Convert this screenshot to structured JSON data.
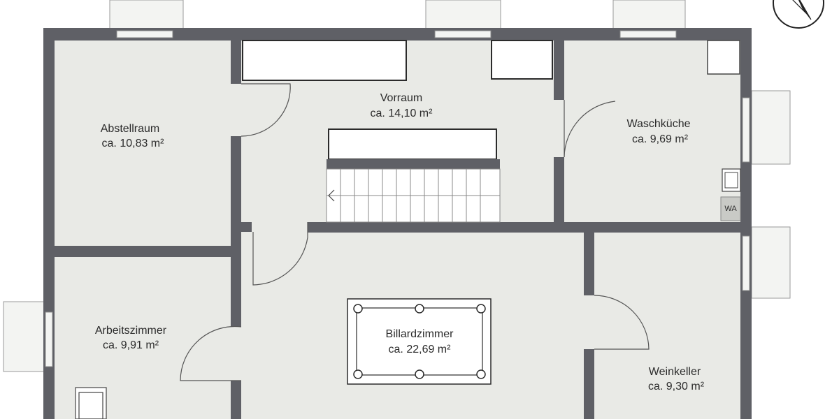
{
  "colors": {
    "wall": "#5f6066",
    "floor": "#e9eae6",
    "window": "#f3f4f2",
    "line": "#555555"
  },
  "rooms": [
    {
      "id": "abstellraum",
      "name": "Abstellraum",
      "area": "ca. 10,83 m²"
    },
    {
      "id": "vorraum",
      "name": "Vorraum",
      "area": "ca. 14,10 m²"
    },
    {
      "id": "waschkueche",
      "name": "Waschküche",
      "area": "ca. 9,69 m²"
    },
    {
      "id": "arbeitszimmer",
      "name": "Arbeitszimmer",
      "area": "ca. 9,91 m²"
    },
    {
      "id": "billardzimmer",
      "name": "Billardzimmer",
      "area": "ca. 22,69 m²"
    },
    {
      "id": "weinkeller",
      "name": "Weinkeller",
      "area": "ca. 9,30 m²"
    }
  ],
  "fixtures": {
    "washer_label": "WA"
  },
  "icons": {
    "compass": "north-arrow-icon"
  }
}
